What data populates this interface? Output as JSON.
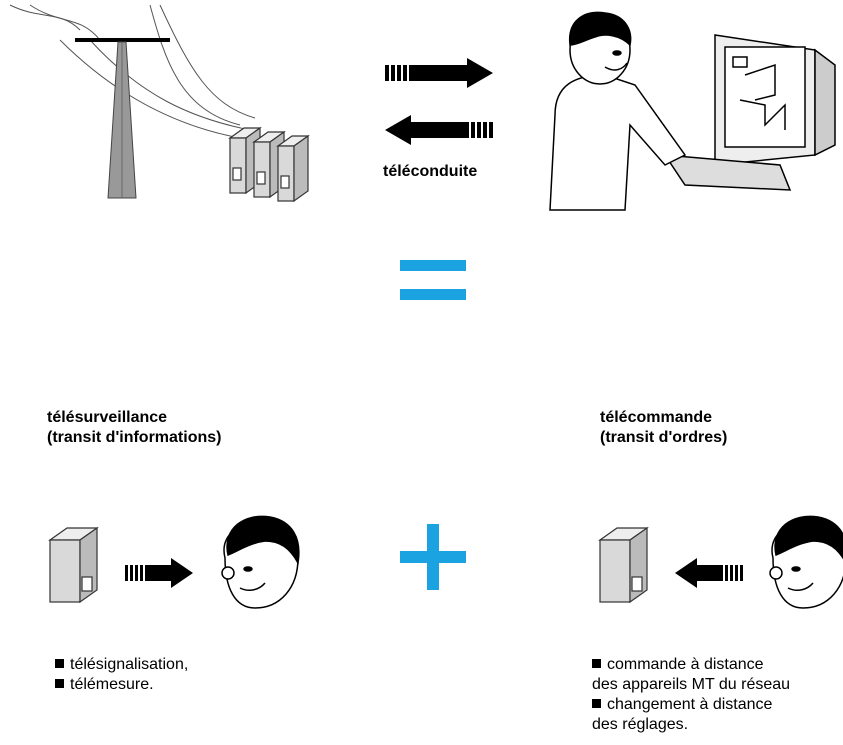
{
  "top": {
    "label": "téléconduite"
  },
  "left": {
    "title_line1": "télésurveillance",
    "title_line2": "(transit d'informations)",
    "items": [
      "télésignalisation,",
      "télémesure."
    ]
  },
  "right": {
    "title_line1": "télécommande",
    "title_line2": "(transit d'ordres)",
    "items": [
      {
        "line1": "commande à distance",
        "line2": "des appareils MT du réseau"
      },
      {
        "line1": "changement à distance",
        "line2": "des réglages."
      }
    ]
  },
  "colors": {
    "equals": "#1aa3e0",
    "plus": "#1aa3e0",
    "arrow": "#000000",
    "cabinet": "#d9d9d9"
  },
  "icons": [
    "power-pylon-icon",
    "cabinet-icon",
    "operator-computer-icon",
    "arrow-right-icon",
    "arrow-left-icon",
    "equals-icon",
    "plus-icon",
    "face-icon"
  ]
}
